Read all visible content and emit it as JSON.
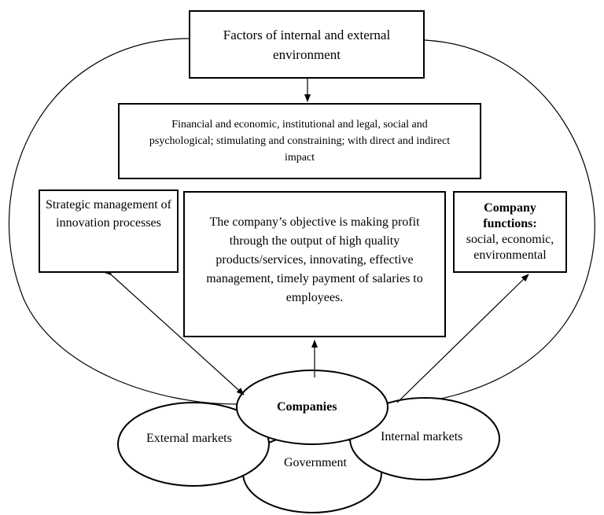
{
  "boxes": {
    "factors": "Factors of internal and external environment",
    "impact": "Financial and economic, institutional and legal, social and psychological; stimulating and constraining; with direct and indirect impact",
    "strategic": "Strategic management of innovation processes",
    "objective": "The company’s objective is making profit through the output of high quality products/services, innovating, effective management, timely payment of salaries to employees.",
    "functions_title": "Company functions:",
    "functions_body": "social, economic, environmental"
  },
  "ellipses": {
    "companies": "Companies",
    "external_markets": "External markets",
    "internal_markets": "Internal markets",
    "government": "Government"
  }
}
